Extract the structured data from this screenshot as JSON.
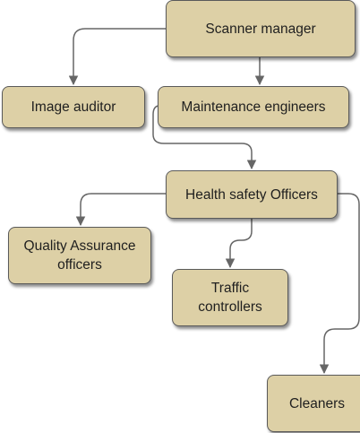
{
  "diagram": {
    "nodes": {
      "scanner_manager": "Scanner manager",
      "image_auditor": "Image auditor",
      "maintenance_engineers": "Maintenance engineers",
      "health_safety_officers": "Health safety Officers",
      "quality_assurance_officers": "Quality Assurance officers",
      "traffic_controllers": "Traffic controllers",
      "cleaners": "Cleaners"
    },
    "edges": [
      {
        "from": "scanner_manager",
        "to": "image_auditor"
      },
      {
        "from": "scanner_manager",
        "to": "maintenance_engineers"
      },
      {
        "from": "maintenance_engineers",
        "to": "health_safety_officers"
      },
      {
        "from": "health_safety_officers",
        "to": "quality_assurance_officers"
      },
      {
        "from": "health_safety_officers",
        "to": "traffic_controllers"
      },
      {
        "from": "health_safety_officers",
        "to": "cleaners"
      }
    ],
    "colors": {
      "node_fill": "#ddd0a6",
      "node_border": "#5a5a5a",
      "connector": "#666666",
      "text": "#1f1f1f"
    }
  }
}
